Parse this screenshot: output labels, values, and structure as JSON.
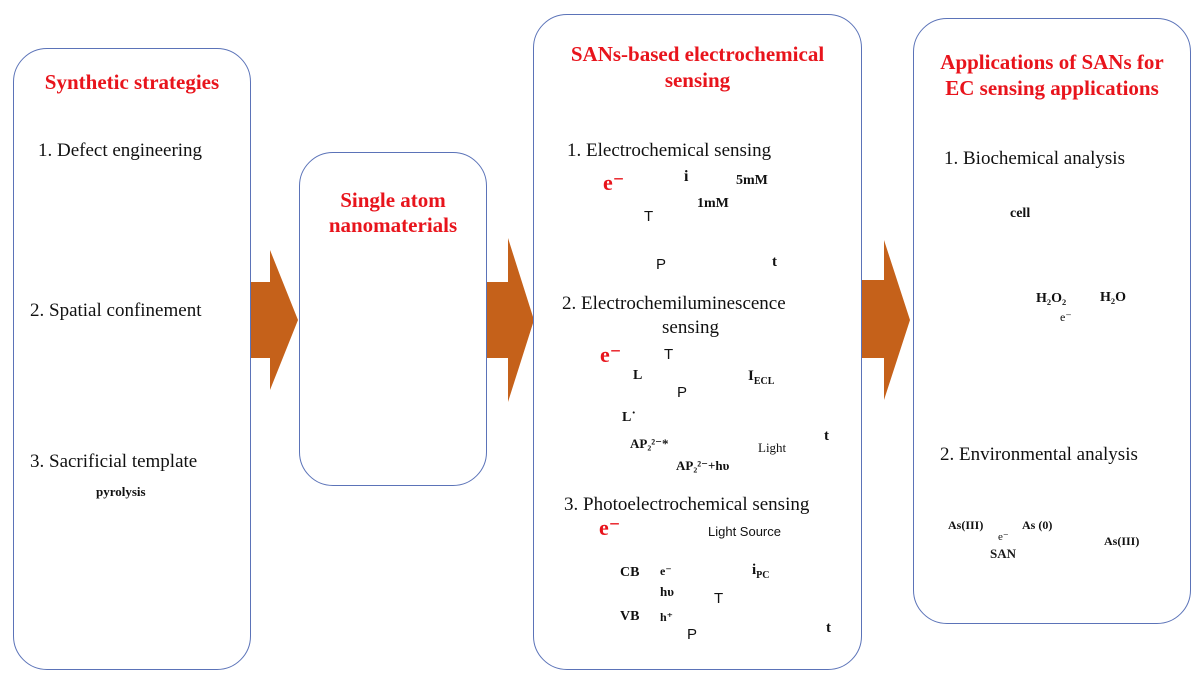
{
  "panel1": {
    "title": "Synthetic strategies",
    "items": [
      "1. Defect  engineering",
      "2. Spatial  confinement",
      "3. Sacrificial  template"
    ],
    "pyrolysis": "pyrolysis"
  },
  "panel2": {
    "title_line1": "Single atom",
    "title_line2": "nanomaterials"
  },
  "panel3": {
    "title_line1": "SANs-based electrochemical",
    "title_line2": "sensing",
    "item1": "1.  Electrochemical  sensing",
    "item2_line1": "2.  Electrochemiluminescence",
    "item2_line2": "sensing",
    "item3": "3.  Photoelectrochemical  sensing",
    "ec": {
      "electron": "e⁻",
      "target": "T",
      "product": "P",
      "axis_y": "i",
      "axis_x": "t",
      "c1": "1mM",
      "c2": "5mM"
    },
    "ecl": {
      "electron": "e⁻",
      "L": "L",
      "Lrad": "L˙",
      "target": "T",
      "product": "P",
      "ap": "AP₂²⁻*",
      "ap2": "AP₂²⁻+hυ",
      "light": "Light",
      "axis_y": "I",
      "axis_y_sub": "ECL",
      "axis_x": "t"
    },
    "pec": {
      "electron": "e⁻",
      "cb": "CB",
      "vb": "VB",
      "e": "e⁻",
      "hv": "hυ",
      "h": "h⁺",
      "light_source": "Light Source",
      "target": "T",
      "product": "P",
      "axis_y": "i",
      "axis_y_sub": "PC",
      "axis_x": "t"
    }
  },
  "panel4": {
    "title_line1": "Applications of SANs for",
    "title_line2": "EC sensing applications",
    "item1": "1.  Biochemical  analysis",
    "item2": "2.  Environmental  analysis",
    "cell": "cell",
    "h2o2": "H₂O₂",
    "h2o": "H₂O",
    "electron": "e⁻",
    "as3": "As(III)",
    "as0": "As (0)",
    "san": "SAN",
    "as3_beaker": "As(III)"
  },
  "colors": {
    "title_red": "#e8141c",
    "border_blue": "#5b73b8",
    "arrow_orange": "#c5611a",
    "sphere_blue": "#2f57b5",
    "green": "#5cb85c"
  }
}
